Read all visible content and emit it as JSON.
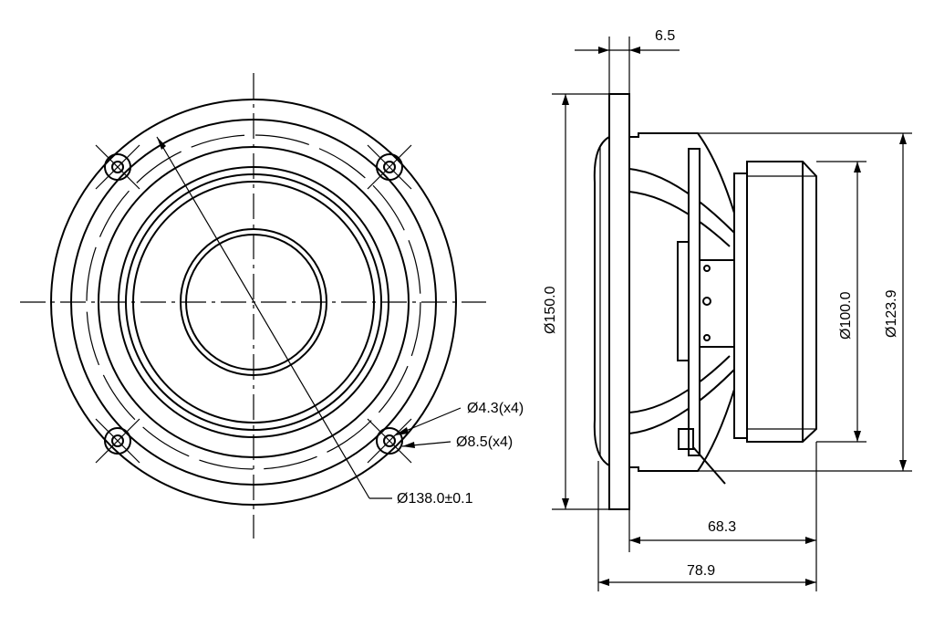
{
  "dimensions": {
    "flange_thickness": "6.5",
    "outer_diameter": "Ø150.0",
    "magnet_diameter": "Ø100.0",
    "basket_diameter": "Ø123.9",
    "small_hole": "Ø4.3(x4)",
    "large_hole": "Ø8.5(x4)",
    "bolt_circle": "Ø138.0±0.1",
    "depth_from_flange": "68.3",
    "overall_depth": "78.9"
  }
}
